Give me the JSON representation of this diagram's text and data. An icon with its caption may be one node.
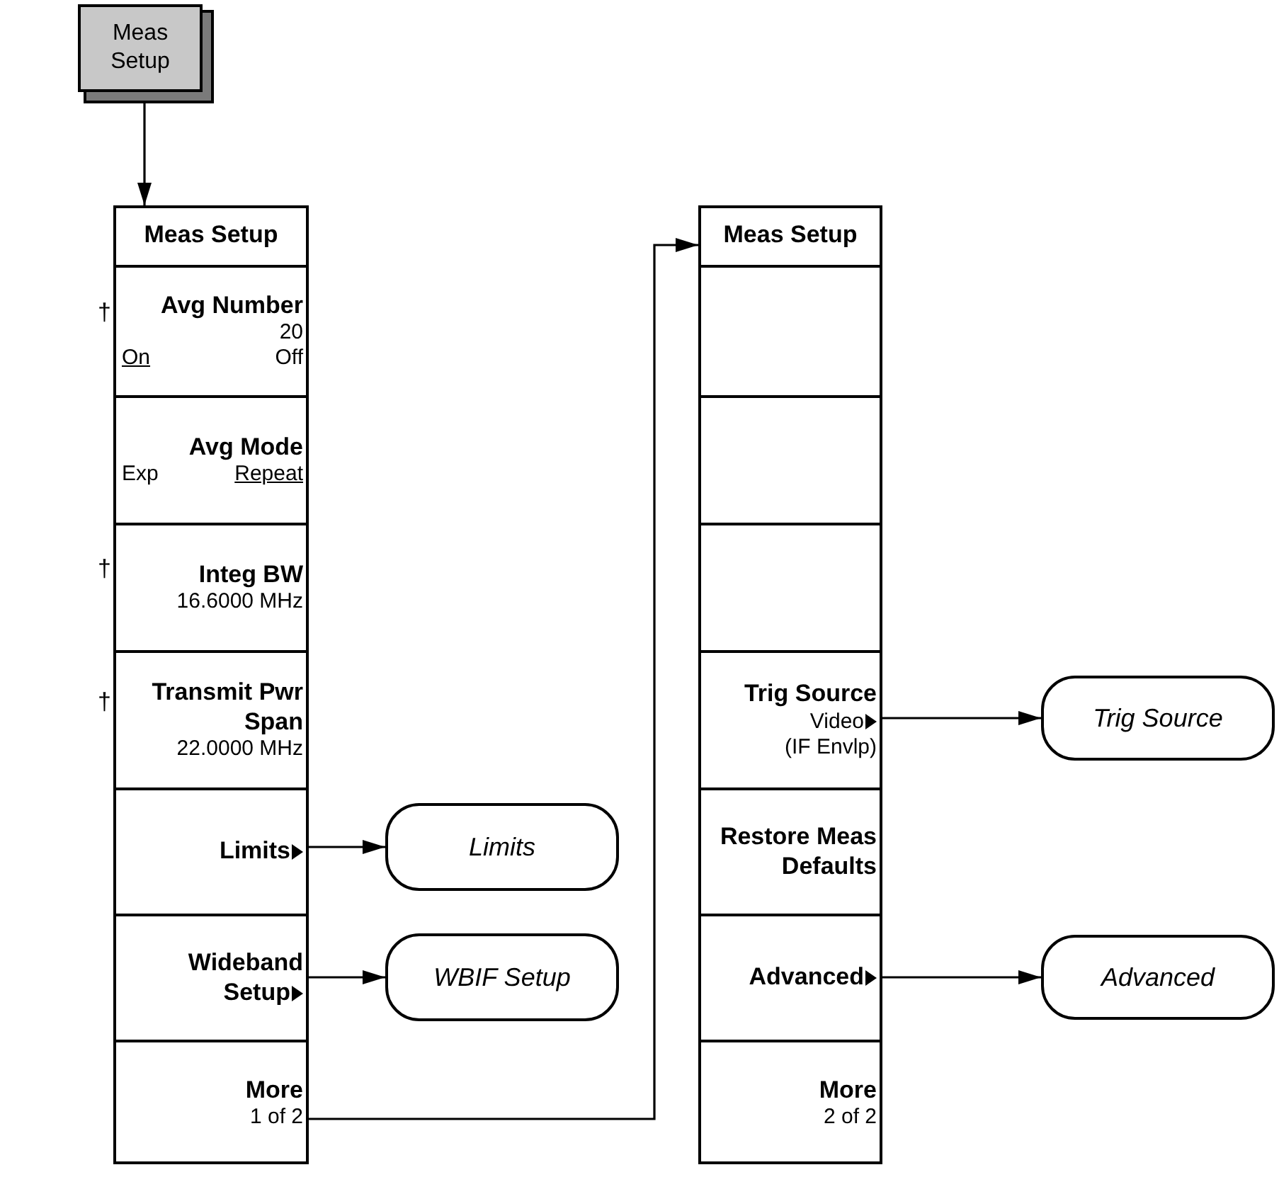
{
  "diagram": {
    "nodes": [
      {
        "text": [
          "Meas Setup"
        ]
      },
      {
        "text": [
          "Meas Setup"
        ]
      },
      {
        "text": [
          "Avg Number",
          "20",
          "On",
          "Off"
        ],
        "in": 1,
        "beside": [
          "†"
        ]
      },
      {
        "text": [
          "Avg Mode",
          "Exp",
          "Repeat"
        ],
        "in": 1
      },
      {
        "text": [
          "Integ BW",
          "16.6000 MHz"
        ],
        "in": 1,
        "beside": [
          "†"
        ]
      },
      {
        "text": [
          "Transmit Pwr Span",
          "22.0000 MHz"
        ],
        "in": 1,
        "beside": [
          "†"
        ]
      },
      {
        "text": [
          "Limits"
        ],
        "in": 1
      },
      {
        "text": [
          "Wideband Setup"
        ],
        "in": 1
      },
      {
        "text": [
          "More",
          "1 of 2"
        ],
        "in": 1
      },
      {
        "text": [
          "Limits"
        ]
      },
      {
        "text": [
          "WBIF Setup"
        ]
      },
      {
        "text": [
          "Meas Setup"
        ]
      },
      {
        "text": [],
        "shape": "box",
        "in": 11
      },
      {
        "text": [],
        "shape": "box",
        "in": 11
      },
      {
        "text": [],
        "shape": "box",
        "in": 11
      },
      {
        "text": [
          "Trig Source",
          "Video",
          "(IF Envlp)"
        ],
        "in": 11
      },
      {
        "text": [
          "Restore Meas Defaults"
        ],
        "in": 11
      },
      {
        "text": [
          "Advanced"
        ],
        "in": 11
      },
      {
        "text": [
          "More",
          "2 of 2"
        ],
        "in": 11
      },
      {
        "text": [
          "Trig Source"
        ]
      },
      {
        "text": [
          "Advanced"
        ]
      }
    ],
    "edges": [
      {
        "from": 0,
        "to": 1,
        "arrow": "to"
      },
      {
        "from": 6,
        "to": 9,
        "arrow": "to"
      },
      {
        "from": 7,
        "to": 10,
        "arrow": "to"
      },
      {
        "from": 8,
        "to": 11,
        "arrow": "to"
      },
      {
        "from": 15,
        "to": 19,
        "arrow": "to"
      },
      {
        "from": 17,
        "to": 20,
        "arrow": "to"
      }
    ]
  }
}
